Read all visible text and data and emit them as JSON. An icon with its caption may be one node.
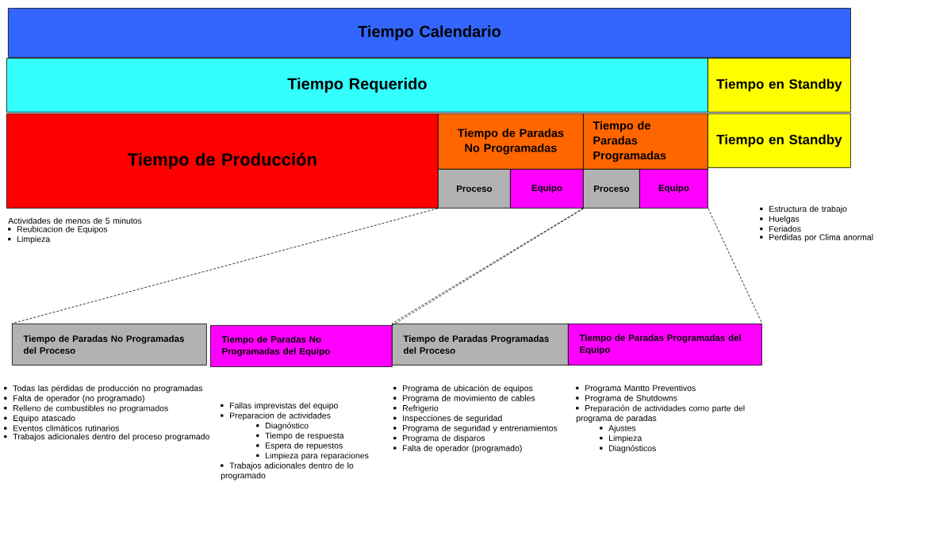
{
  "diagram": {
    "nodes": [
      {
        "text": [
          "Tiempo Calendario"
        ]
      },
      {
        "text": [
          "Tiempo Requerido"
        ]
      },
      {
        "text": [
          "Tiempo en Standby"
        ]
      },
      {
        "text": [
          "Tiempo de Producción"
        ]
      },
      {
        "text": [
          "Tiempo de Paradas No Programadas"
        ]
      },
      {
        "text": [
          "Tiempo de Paradas Programadas"
        ]
      },
      {
        "text": [
          "Tiempo en Standby"
        ]
      },
      {
        "text": [
          "Proceso"
        ]
      },
      {
        "text": [
          "Equipo"
        ]
      },
      {
        "text": [
          "Proceso"
        ]
      },
      {
        "text": [
          "Equipo"
        ]
      },
      {
        "text": [
          "Tiempo de Paradas No Programadas del Proceso"
        ],
        "beside": [
          "Todas las pérdidas de producción no programadas",
          "Falta de operador (no programado)",
          "Relleno de combustibles no programados",
          "Equipo atascado",
          "Eventos climáticos rutinarios",
          "Trabajos adicionales dentro del proceso programado"
        ]
      },
      {
        "text": [
          "Tiempo de Paradas No Programadas del Equipo"
        ],
        "beside": [
          "Fallas imprevistas del equipo",
          "Preparacion de actividades",
          "Diagnóstico",
          "Tiempo de respuesta",
          "Espera de repuestos",
          "Limpieza para reparaciones",
          "Trabajos adicionales dentro de lo programado"
        ]
      },
      {
        "text": [
          "Tiempo de Paradas Programadas del Proceso"
        ],
        "beside": [
          "Programa de ubicación de equipos",
          "Programa de movimiento de cables",
          "Refrigerio",
          "Inspecciones de seguridad",
          "Programa de seguridad y entrenamientos",
          "Programa de disparos",
          "Falta de operador (programado)"
        ]
      },
      {
        "text": [
          "Tiempo de Paradas Programadas del Equipo"
        ],
        "beside": [
          "Programa Mantto Preventivos",
          "Programa de Shutdowns",
          "Preparación de actividades como parte del programa de paradas",
          "Ajustes",
          "Limpieza",
          "Diagnósticos"
        ]
      }
    ],
    "edges": [
      {
        "from": 7,
        "to": 11,
        "arrow": "none",
        "style": "dashed"
      },
      {
        "from": 8,
        "to": 12,
        "arrow": "none",
        "style": "dashed"
      },
      {
        "from": 9,
        "to": 13,
        "arrow": "none",
        "style": "dashed"
      },
      {
        "from": 10,
        "to": 14,
        "arrow": "none",
        "style": "dashed"
      }
    ],
    "labels": [
      "Actividades de menos de 5 minutos",
      "Reubicacion de Equipos",
      "Limpieza",
      "Estructura de trabajo",
      "Huelgas",
      "Feriados",
      "Perdidas por Clima anormal"
    ]
  }
}
